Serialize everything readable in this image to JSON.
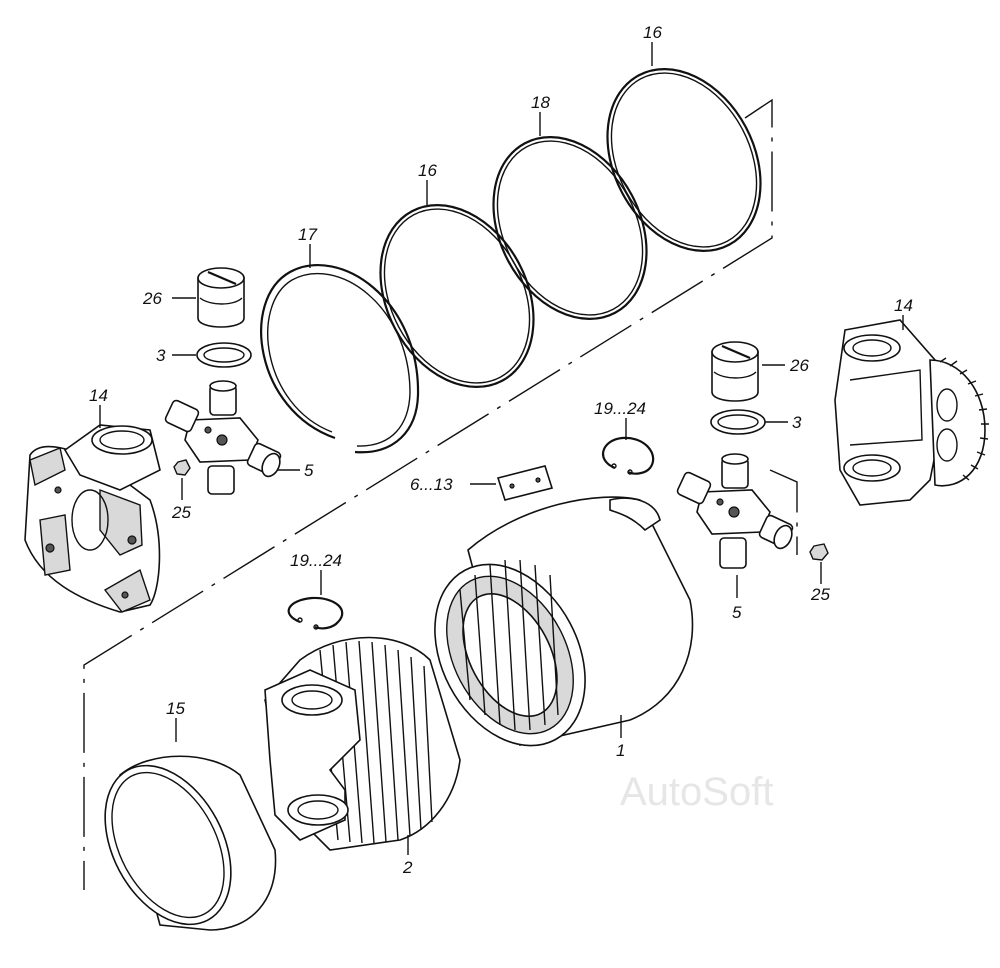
{
  "watermark": "AutoSoft",
  "callouts": [
    {
      "id": "c1",
      "text": "16"
    },
    {
      "id": "c2",
      "text": "18"
    },
    {
      "id": "c3",
      "text": "16"
    },
    {
      "id": "c4",
      "text": "17"
    },
    {
      "id": "c5",
      "text": "26"
    },
    {
      "id": "c6",
      "text": "3"
    },
    {
      "id": "c7",
      "text": "14"
    },
    {
      "id": "c8",
      "text": "25"
    },
    {
      "id": "c9",
      "text": "5"
    },
    {
      "id": "c10",
      "text": "19...24"
    },
    {
      "id": "c11",
      "text": "6...13"
    },
    {
      "id": "c12",
      "text": "14"
    },
    {
      "id": "c13",
      "text": "26"
    },
    {
      "id": "c14",
      "text": "3"
    },
    {
      "id": "c15",
      "text": "5"
    },
    {
      "id": "c16",
      "text": "25"
    },
    {
      "id": "c17",
      "text": "19...24"
    },
    {
      "id": "c18",
      "text": "15"
    },
    {
      "id": "c19",
      "text": "1"
    },
    {
      "id": "c20",
      "text": "2"
    }
  ]
}
